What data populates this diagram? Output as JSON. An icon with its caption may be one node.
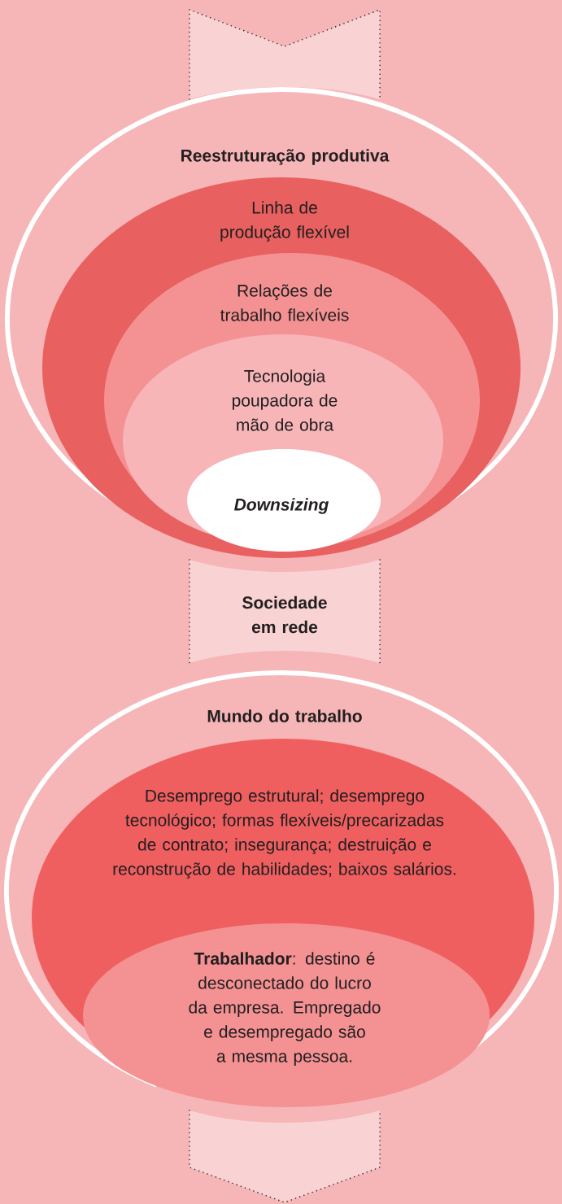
{
  "diagram": {
    "nodes": [
      {
        "text": [],
        "shape": "arrow"
      },
      {
        "text": [
          "Reestruturação produtiva"
        ]
      },
      {
        "text": [
          "Linha de produção flexível"
        ],
        "in": 1
      },
      {
        "text": [
          "Relações de trabalho flexíveis"
        ],
        "in": 2
      },
      {
        "text": [
          "Tecnologia poupadora de mão de obra"
        ],
        "in": 3
      },
      {
        "text": [
          "Downsizing"
        ],
        "in": 4
      },
      {
        "text": [
          "Sociedade em rede"
        ]
      },
      {
        "text": [
          "Mundo do trabalho"
        ]
      },
      {
        "text": [
          "Desemprego estrutural; desemprego tecnológico; formas flexíveis/precarizadas de contrato; insegurança; destruição e reconstrução de habilidades; baixos salários."
        ],
        "in": 7
      },
      {
        "text": [
          "**Trabalhador**: destino é desconectado do lucro da empresa. Empregado e desempregado são a mesma pessoa."
        ],
        "in": 8
      },
      {
        "text": [],
        "shape": "arrow"
      }
    ]
  }
}
